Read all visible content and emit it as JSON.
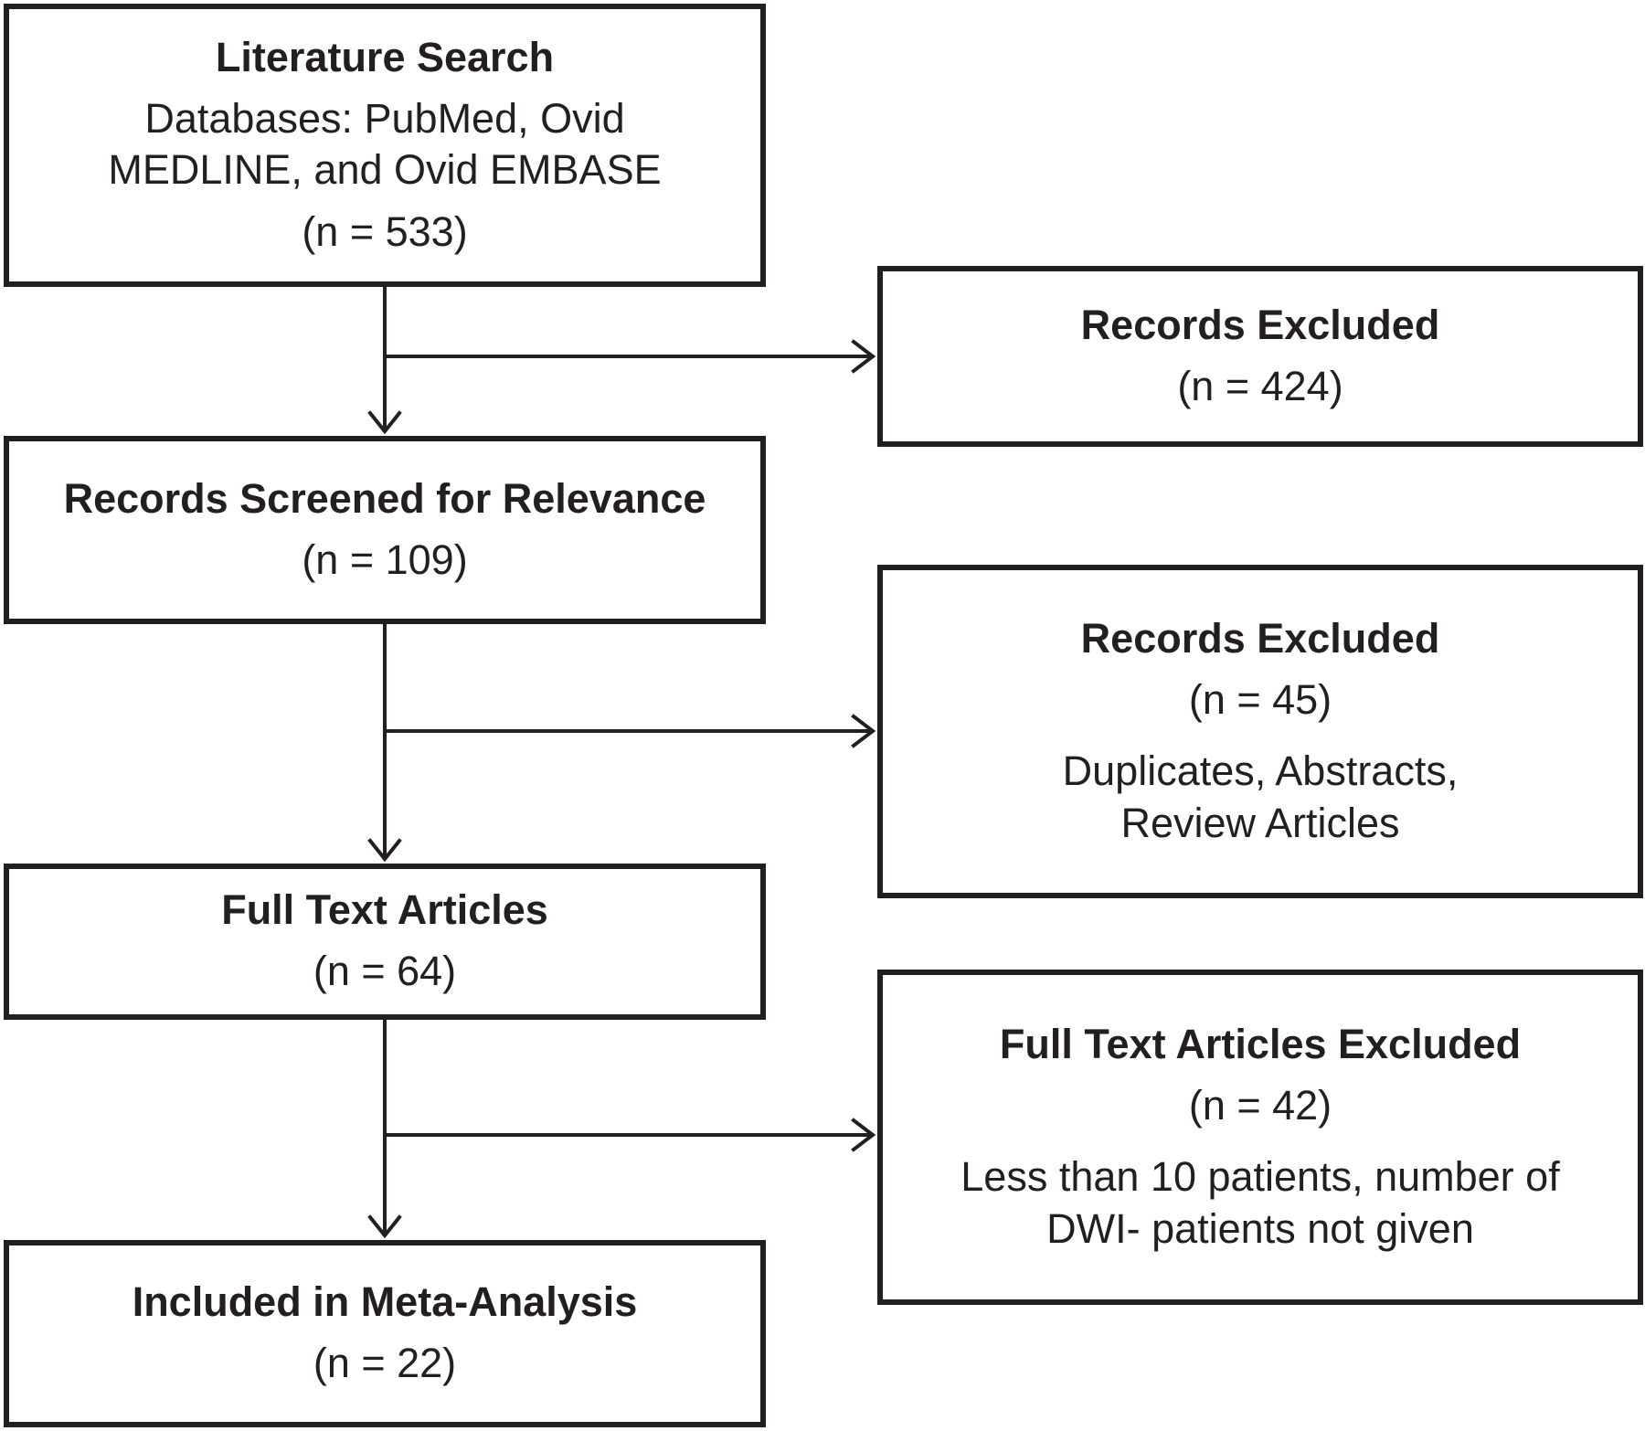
{
  "flow": {
    "literature_search": {
      "title": "Literature Search",
      "description_line1": "Databases: PubMed, Ovid",
      "description_line2": "MEDLINE, and Ovid EMBASE",
      "count": "(n = 533)"
    },
    "records_screened": {
      "title": "Records Screened for Relevance",
      "count": "(n = 109)"
    },
    "full_text_articles": {
      "title": "Full Text Articles",
      "count": "(n = 64)"
    },
    "included": {
      "title": "Included in Meta-Analysis",
      "count": "(n = 22)"
    }
  },
  "exclusions": {
    "first": {
      "title": "Records Excluded",
      "count": "(n = 424)"
    },
    "second": {
      "title": "Records Excluded",
      "count": "(n = 45)",
      "reason_line1": "Duplicates, Abstracts,",
      "reason_line2": "Review Articles"
    },
    "third": {
      "title": "Full Text Articles Excluded",
      "count": "(n = 42)",
      "reason_line1": "Less than 10 patients, number of",
      "reason_line2": "DWI- patients not given"
    }
  },
  "colors": {
    "line": "#231f20",
    "background": "#ffffff"
  }
}
